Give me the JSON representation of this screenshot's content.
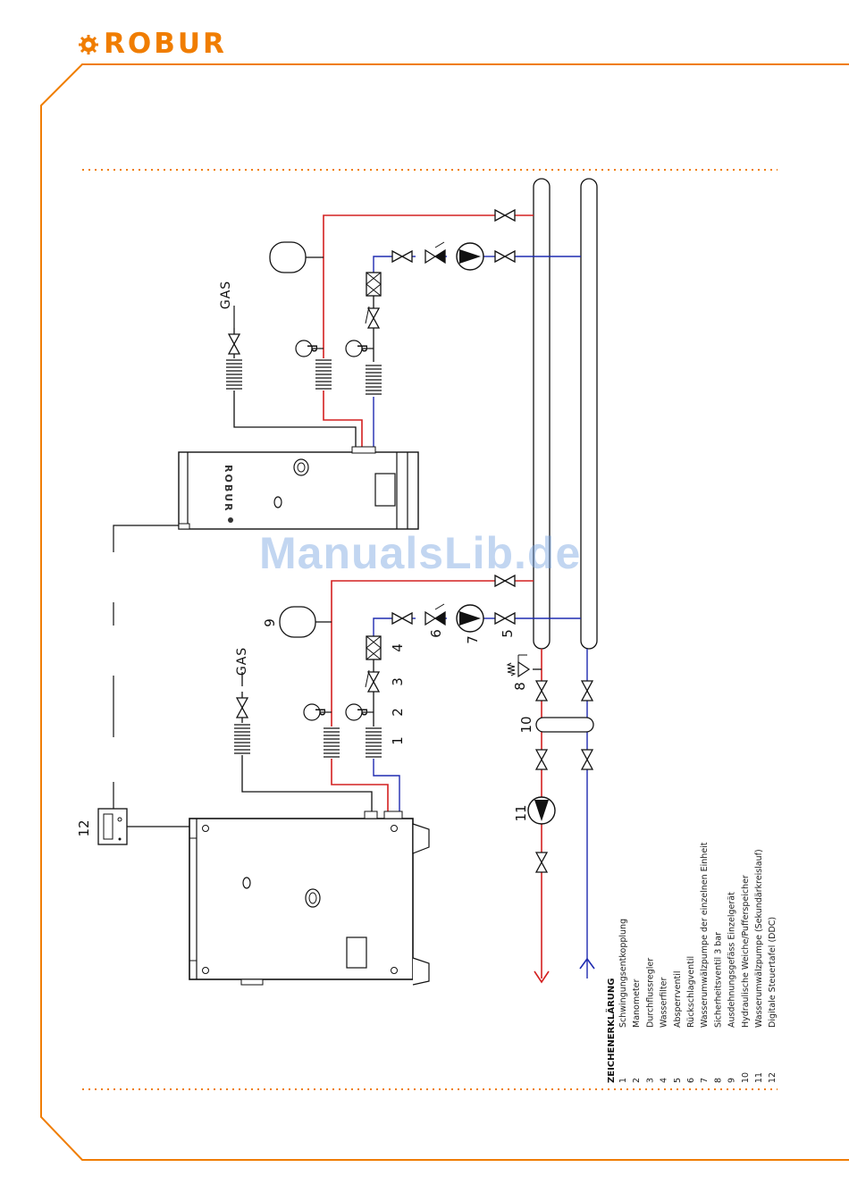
{
  "brand": {
    "logo_text": "ROBUR",
    "color": "#f07d00"
  },
  "watermark": "ManualsLib.de",
  "labels": {
    "gas_top": "GAS",
    "gas_bottom": "GAS",
    "manometer": "P"
  },
  "components": [
    {
      "number": "1"
    },
    {
      "number": "2"
    },
    {
      "number": "3"
    },
    {
      "number": "4"
    },
    {
      "number": "5"
    },
    {
      "number": "6"
    },
    {
      "number": "7"
    },
    {
      "number": "8"
    },
    {
      "number": "9"
    },
    {
      "number": "10"
    },
    {
      "number": "11"
    },
    {
      "number": "12"
    }
  ],
  "legend": {
    "title": "ZEICHENERKLÄRUNG",
    "items": [
      {
        "num": "1",
        "text": "Schwingungsentkopplung"
      },
      {
        "num": "2",
        "text": "Manometer"
      },
      {
        "num": "3",
        "text": "Durchflussregler"
      },
      {
        "num": "4",
        "text": "Wasserfilter"
      },
      {
        "num": "5",
        "text": "Absperrventil"
      },
      {
        "num": "6",
        "text": "Rückschlagventil"
      },
      {
        "num": "7",
        "text": "Wasserumwälzpumpe der einzelnen Einheit"
      },
      {
        "num": "8",
        "text": "Sicherheitsventil 3 bar"
      },
      {
        "num": "9",
        "text": "Ausdehnungsgefäss Einzelgerät"
      },
      {
        "num": "10",
        "text": "Hydraulische Weiche/Pufferspeicher"
      },
      {
        "num": "11",
        "text": "Wasserumwälzpumpe (Sekundärkreislauf)"
      },
      {
        "num": "12",
        "text": "Digitale Steuertafel (DDC)"
      }
    ]
  },
  "colors": {
    "supply": "#d42020",
    "return": "#1f2bb0",
    "accent": "#f07d00",
    "line": "#111111"
  }
}
